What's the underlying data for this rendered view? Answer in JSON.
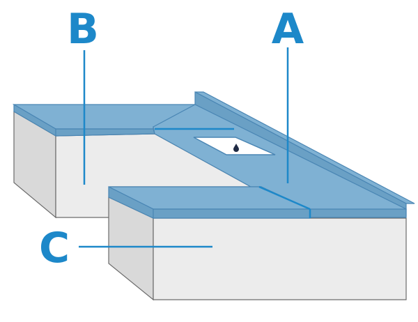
{
  "colors": {
    "countertop": "#7fb1d3",
    "countertop_edge": "#6aa0c5",
    "countertop_stroke": "#4a86b4",
    "cabinet": "#ececec",
    "cabinet_side": "#d9d9d9",
    "cabinet_stroke": "#6b6b6b",
    "label": "#1d88c9",
    "seam": "#1d88c9"
  },
  "labels": {
    "a": "A",
    "b": "B",
    "c": "C"
  }
}
